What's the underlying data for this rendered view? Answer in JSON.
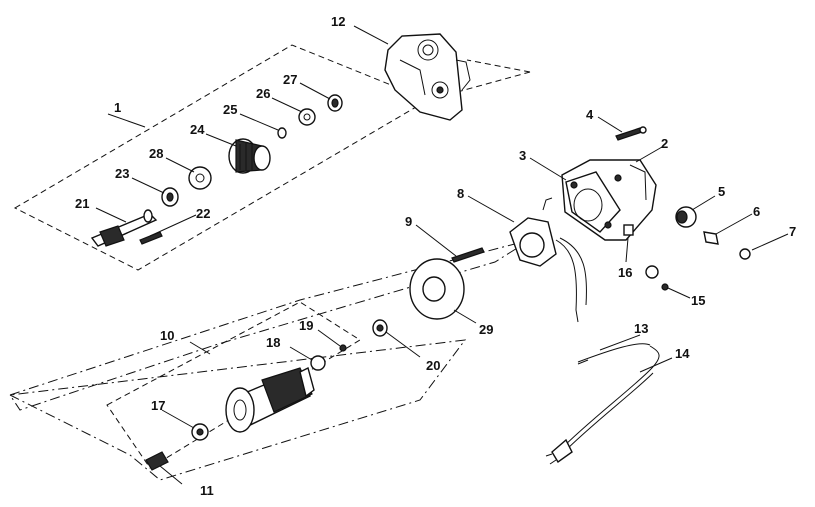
{
  "diagram": {
    "callouts": [
      {
        "id": "c1",
        "label": "1"
      },
      {
        "id": "c2",
        "label": "2"
      },
      {
        "id": "c3",
        "label": "3"
      },
      {
        "id": "c4",
        "label": "4"
      },
      {
        "id": "c5",
        "label": "5"
      },
      {
        "id": "c6",
        "label": "6"
      },
      {
        "id": "c7",
        "label": "7"
      },
      {
        "id": "c8",
        "label": "8"
      },
      {
        "id": "c9",
        "label": "9"
      },
      {
        "id": "c10",
        "label": "10"
      },
      {
        "id": "c11",
        "label": "11"
      },
      {
        "id": "c12",
        "label": "12"
      },
      {
        "id": "c13",
        "label": "13"
      },
      {
        "id": "c14",
        "label": "14"
      },
      {
        "id": "c15",
        "label": "15"
      },
      {
        "id": "c16",
        "label": "16"
      },
      {
        "id": "c17",
        "label": "17"
      },
      {
        "id": "c18",
        "label": "18"
      },
      {
        "id": "c19",
        "label": "19"
      },
      {
        "id": "c20",
        "label": "20"
      },
      {
        "id": "c21",
        "label": "21"
      },
      {
        "id": "c22",
        "label": "22"
      },
      {
        "id": "c23",
        "label": "23"
      },
      {
        "id": "c24",
        "label": "24"
      },
      {
        "id": "c25",
        "label": "25"
      },
      {
        "id": "c26",
        "label": "26"
      },
      {
        "id": "c27",
        "label": "27"
      },
      {
        "id": "c28",
        "label": "28"
      },
      {
        "id": "c29",
        "label": "29"
      }
    ]
  }
}
